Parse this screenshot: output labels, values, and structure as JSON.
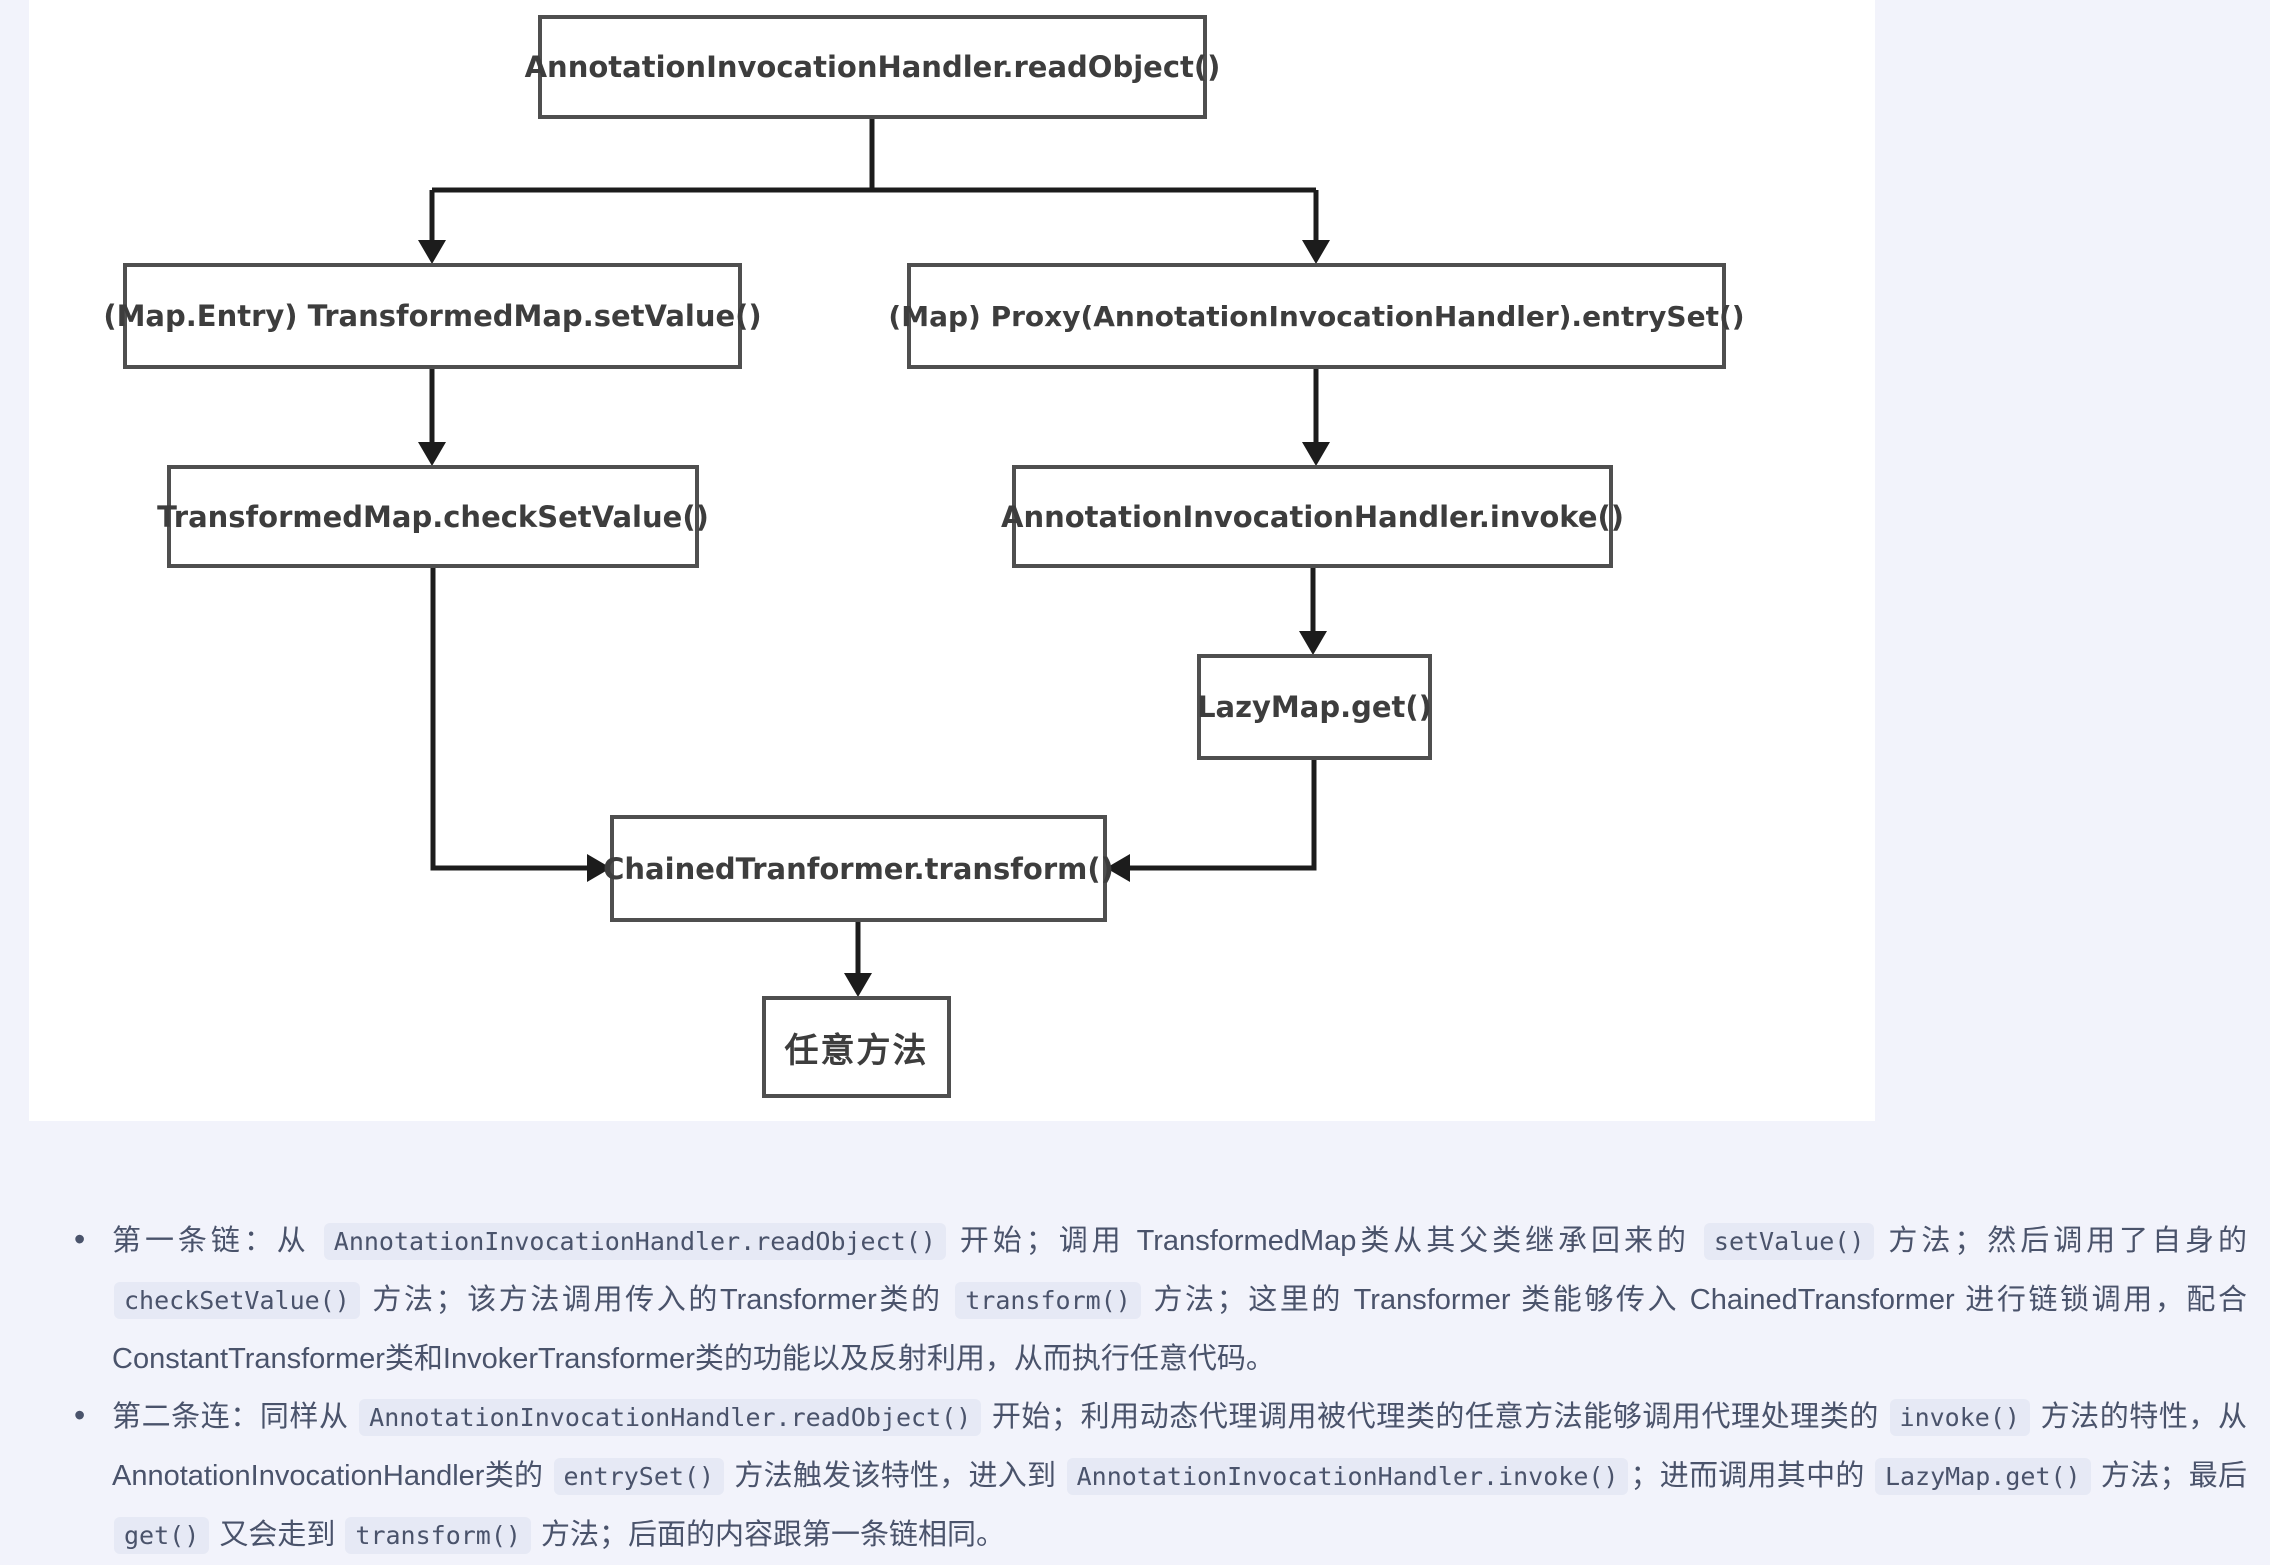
{
  "colors": {
    "page_background": "#f2f3fb",
    "panel_background": "#ffffff",
    "box_border": "#4f4f4f",
    "box_text": "#3d3d3d",
    "arrow": "#1c1c1c",
    "note_text": "#4a536b",
    "inline_code_background": "#e6e9f5"
  },
  "diagram": {
    "nodes": {
      "readObject": {
        "label": "AnnotationInvocationHandler.readObject()"
      },
      "setValue": {
        "label": "(Map.Entry) TransformedMap.setValue()"
      },
      "entrySet": {
        "label": "(Map) Proxy(AnnotationInvocationHandler).entrySet()"
      },
      "checkSetValue": {
        "label": "TransformedMap.checkSetValue()"
      },
      "invoke": {
        "label": "AnnotationInvocationHandler.invoke()"
      },
      "lazyGet": {
        "label": "LazyMap.get()"
      },
      "transform": {
        "label": "ChainedTranformer.transform()"
      },
      "arbitrary": {
        "label": "任意方法"
      }
    },
    "edges": [
      {
        "from": "readObject",
        "to": "setValue"
      },
      {
        "from": "readObject",
        "to": "entrySet"
      },
      {
        "from": "setValue",
        "to": "checkSetValue"
      },
      {
        "from": "entrySet",
        "to": "invoke"
      },
      {
        "from": "invoke",
        "to": "lazyGet"
      },
      {
        "from": "checkSetValue",
        "to": "transform"
      },
      {
        "from": "lazyGet",
        "to": "transform"
      },
      {
        "from": "transform",
        "to": "arbitrary"
      }
    ]
  },
  "notes": {
    "bullet_glyph": "•",
    "bullets": [
      {
        "segments": [
          {
            "type": "text",
            "v": "第一条链：从 "
          },
          {
            "type": "code",
            "v": "AnnotationInvocationHandler.readObject()"
          },
          {
            "type": "text",
            "v": " 开始；调用 TransformedMap类从其父类继承回来的 "
          },
          {
            "type": "code",
            "v": "setValue()"
          },
          {
            "type": "text",
            "v": " 方法；然后调用了自身的 "
          },
          {
            "type": "code",
            "v": "checkSetValue()"
          },
          {
            "type": "text",
            "v": " 方法；该方法调用传入的Transformer类的 "
          },
          {
            "type": "code",
            "v": "transform()"
          },
          {
            "type": "text",
            "v": " 方法；这里的 Transformer 类能够传入 ChainedTransformer 进行链锁调用，配合ConstantTransformer类和InvokerTransformer类的功能以及反射利用，从而执行任意代码。"
          }
        ]
      },
      {
        "segments": [
          {
            "type": "text",
            "v": "第二条连：同样从 "
          },
          {
            "type": "code",
            "v": "AnnotationInvocationHandler.readObject()"
          },
          {
            "type": "text",
            "v": " 开始；利用动态代理调用被代理类的任意方法能够调用代理处理类的 "
          },
          {
            "type": "code",
            "v": "invoke()"
          },
          {
            "type": "text",
            "v": " 方法的特性，从AnnotationInvocationHandler类的 "
          },
          {
            "type": "code",
            "v": "entrySet()"
          },
          {
            "type": "text",
            "v": " 方法触发该特性，进入到 "
          },
          {
            "type": "code",
            "v": "AnnotationInvocationHandler.invoke()"
          },
          {
            "type": "text",
            "v": "；进而调用其中的 "
          },
          {
            "type": "code",
            "v": "LazyMap.get()"
          },
          {
            "type": "text",
            "v": " 方法；最后 "
          },
          {
            "type": "code",
            "v": "get()"
          },
          {
            "type": "text",
            "v": " 又会走到 "
          },
          {
            "type": "code",
            "v": "transform()"
          },
          {
            "type": "text",
            "v": " 方法；后面的内容跟第一条链相同。"
          }
        ]
      }
    ]
  }
}
